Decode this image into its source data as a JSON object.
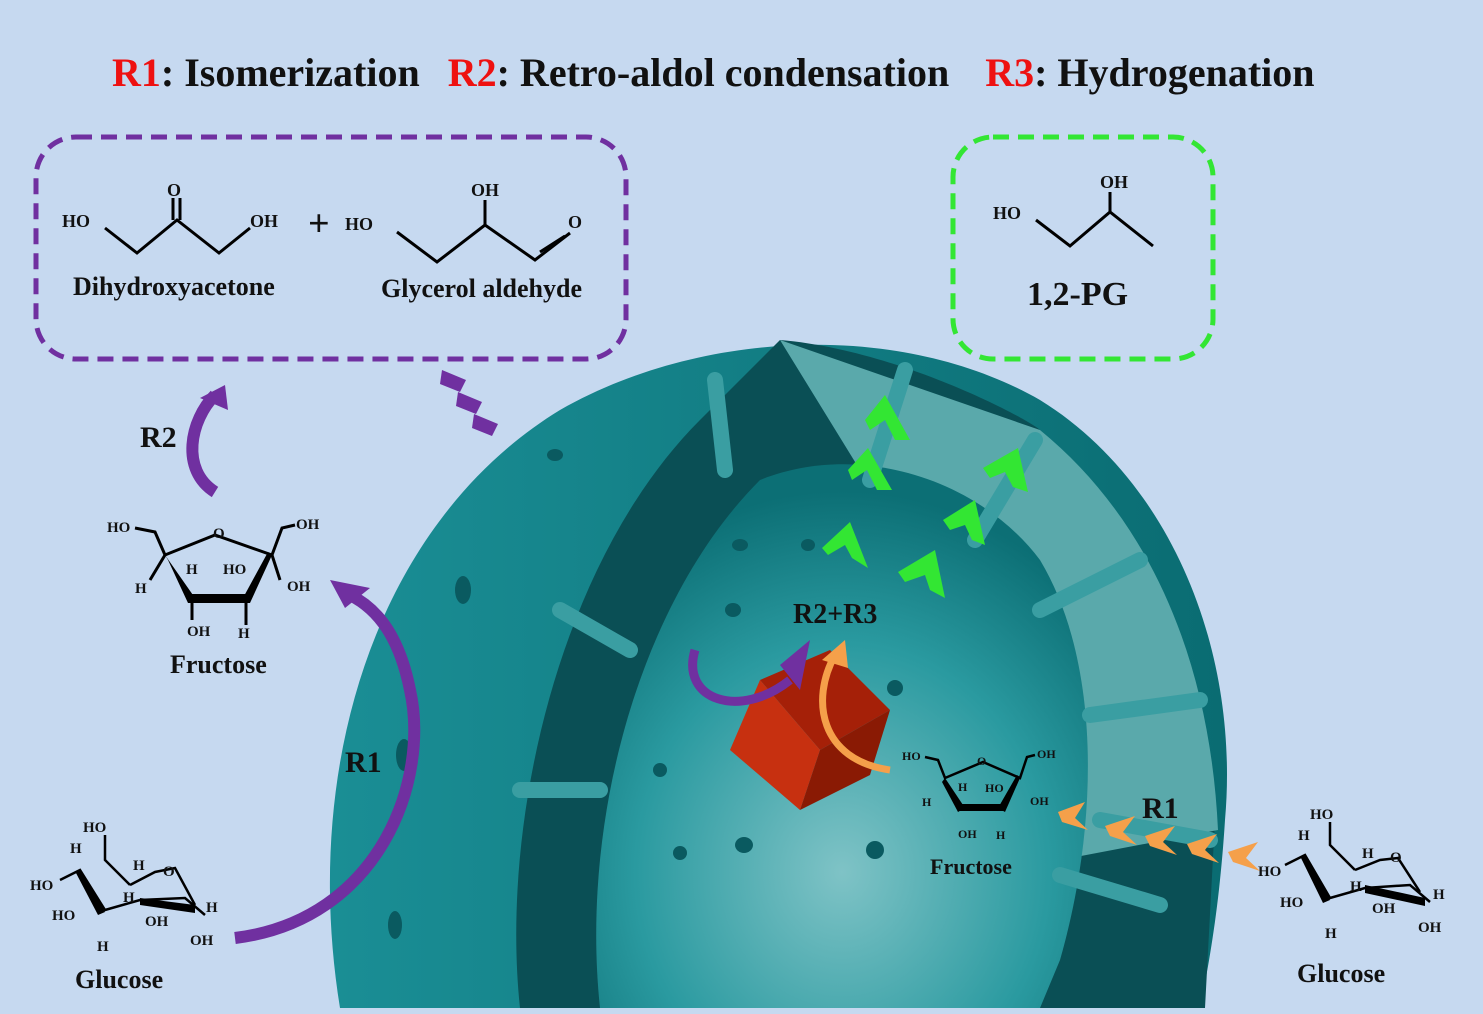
{
  "title": {
    "r1_code": "R1",
    "r1_label": ": Isomerization",
    "r2_code": "R2",
    "r2_label": ": Retro-aldol condensation",
    "r3_code": "R3",
    "r3_label": ": Hydrogenation"
  },
  "products_box": {
    "dha_name": "Dihydroxyacetone",
    "dha_atoms": [
      "HO",
      "O",
      "OH"
    ],
    "plus": "+",
    "ga_name": "Glycerol aldehyde",
    "ga_atoms": [
      "HO",
      "OH",
      "O"
    ]
  },
  "pg_box": {
    "name": "1,2-PG",
    "atoms": [
      "HO",
      "OH"
    ]
  },
  "labels": {
    "r2": "R2",
    "r1_left": "R1",
    "r2r3": "R2+R3",
    "r1_right": "R1"
  },
  "fructose_left": {
    "name": "Fructose",
    "atoms": [
      "HO",
      "O",
      "OH",
      "H",
      "H",
      "HO",
      "OH",
      "OH",
      "H"
    ]
  },
  "fructose_inner": {
    "name": "Fructose",
    "atoms": [
      "HO",
      "O",
      "OH",
      "H",
      "H",
      "HO",
      "OH",
      "OH",
      "H"
    ]
  },
  "glucose_left": {
    "name": "Glucose",
    "atoms": [
      "HO",
      "H",
      "H",
      "O",
      "HO",
      "H",
      "HO",
      "OH",
      "H",
      "H",
      "OH"
    ]
  },
  "glucose_right": {
    "name": "Glucose",
    "atoms": [
      "HO",
      "H",
      "H",
      "O",
      "HO",
      "H",
      "HO",
      "OH",
      "H",
      "H",
      "OH"
    ]
  },
  "colors": {
    "background": "#c6d9f0",
    "reaction_code": "#ee1111",
    "purple": "#7030a0",
    "green": "#33e633",
    "orange": "#f5a04a",
    "teal": "#0e7f86",
    "cube": "#c02a08"
  }
}
